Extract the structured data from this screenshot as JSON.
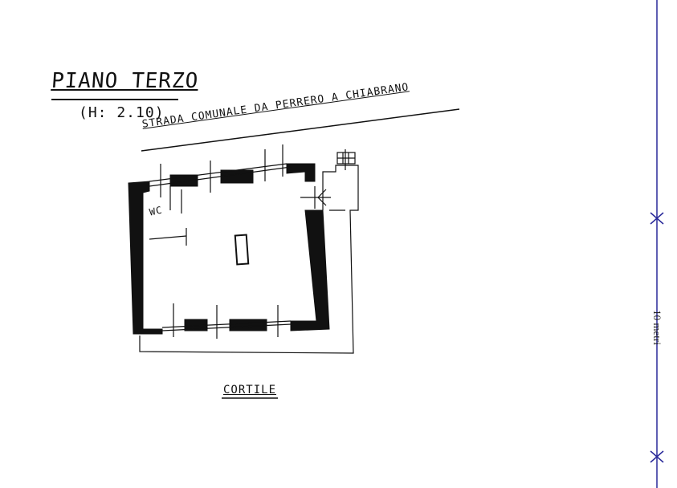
{
  "drawing": {
    "title": "PIANO TERZO",
    "height_note": "(H: 2.10)",
    "street_label": "STRADA COMUNALE DA PERRERO A CHIABRANO",
    "courtyard_label": "CORTILE",
    "wc_label": "WC"
  },
  "scale_bar": {
    "label": "10 metri"
  },
  "colors": {
    "ink": "#111111",
    "scale_line": "#2a2a9a"
  }
}
